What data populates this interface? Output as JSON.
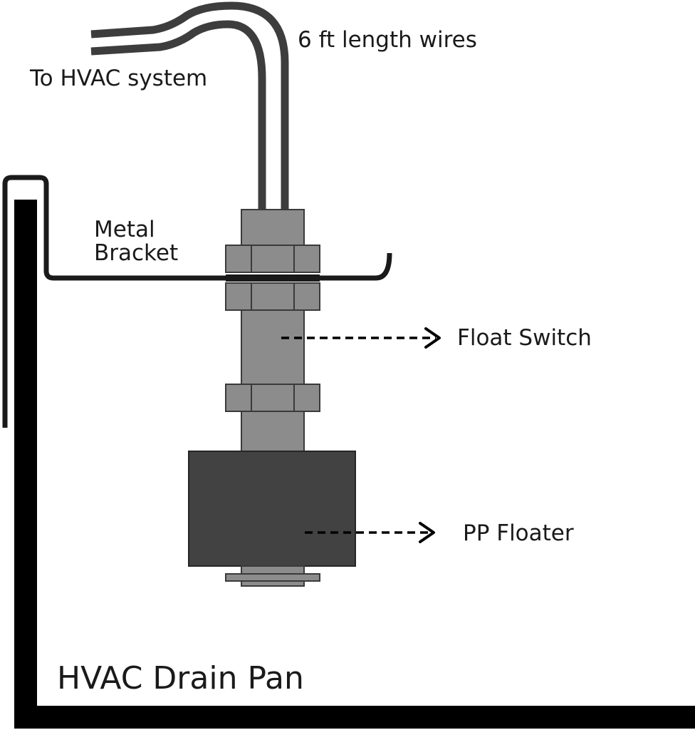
{
  "labels": {
    "wires": "6 ft length wires",
    "hvac_system": "To HVAC system",
    "bracket_line1": "Metal",
    "bracket_line2": "Bracket",
    "float_switch": "Float Switch",
    "pp_floater": "PP Floater",
    "drain_pan": "HVAC Drain Pan"
  },
  "colors": {
    "stem": "#8c8c8c",
    "floater": "#424242",
    "wire": "#3d3d3d",
    "pan": "#000000"
  }
}
